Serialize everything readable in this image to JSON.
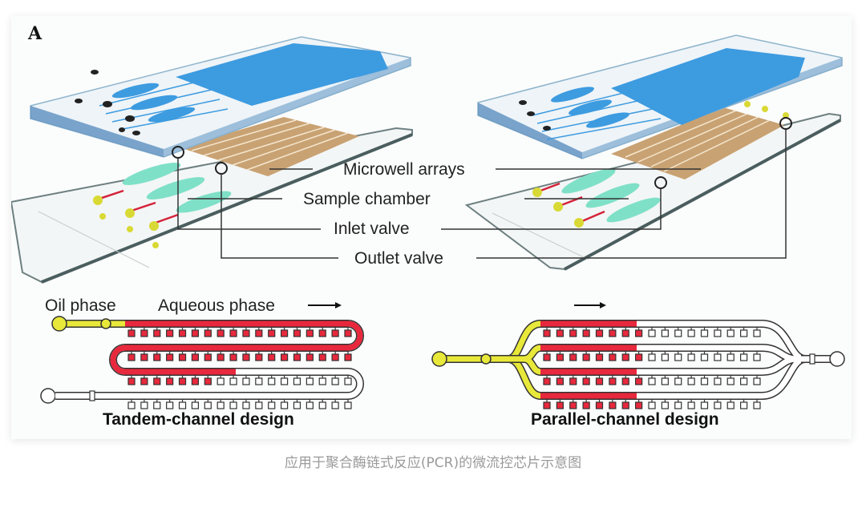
{
  "figure": {
    "panel_label": "A",
    "colors": {
      "chip_blue": "#3d9be0",
      "microwell_brown": "#c9a273",
      "sample_teal": "#7fe0c8",
      "oil_yellow": "#e8e83a",
      "aqueous_red": "#e8283c",
      "line": "#333333"
    },
    "callouts": {
      "microwell_arrays": "Microwell arrays",
      "sample_chamber": "Sample chamber",
      "inlet_valve": "Inlet valve",
      "outlet_valve": "Outlet valve"
    },
    "tandem": {
      "oil_phase_label": "Oil phase",
      "aqueous_phase_label": "Aqueous phase",
      "arrow": "→",
      "title": "Tandem-channel design"
    },
    "parallel": {
      "arrow": "→",
      "title": "Parallel-channel design"
    }
  },
  "caption": "应用于聚合酶链式反应(PCR)的微流控芯片示意图"
}
